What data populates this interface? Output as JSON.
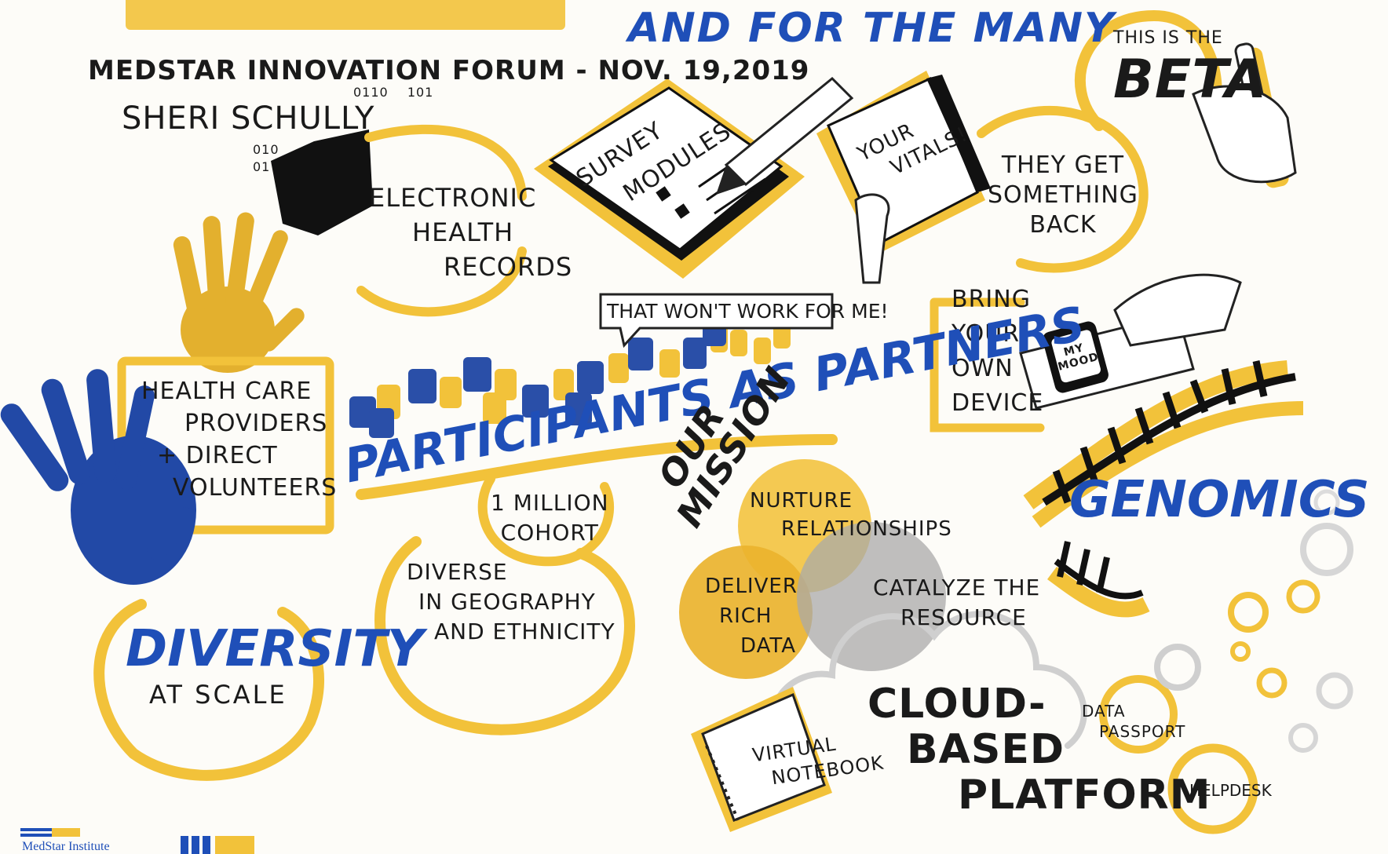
{
  "header": {
    "title_fragment": "PROGRAM",
    "tagline": "AND FOR THE MANY",
    "event": "MEDSTAR INNOVATION FORUM - NOV. 19,2019",
    "speaker": "SHERI SCHULLY"
  },
  "nodes": {
    "ehr": [
      "ELECTRONIC",
      "HEALTH",
      "RECORDS"
    ],
    "survey": [
      "SURVEY",
      "MODULES"
    ],
    "vitals": [
      "YOUR",
      "VITALS!"
    ],
    "get_back": [
      "THEY GET",
      "SOMETHING",
      "BACK"
    ],
    "beta": {
      "small": "THIS IS THE",
      "big": "BETA"
    },
    "byod": [
      "BRING",
      "YOUR",
      "OWN",
      "DEVICE"
    ],
    "watch": "MY MOOD",
    "speech": "THAT WON'T WORK FOR ME!",
    "providers": [
      "HEALTH CARE",
      "PROVIDERS",
      "+ DIRECT",
      "VOLUNTEERS"
    ],
    "partners": "PARTICIPANTS AS PARTNERS",
    "cohort": [
      "1 MILLION",
      "COHORT"
    ],
    "diverse": [
      "DIVERSE",
      "IN GEOGRAPHY",
      "AND ETHNICITY"
    ],
    "diversity": {
      "big": "DIVERSITY",
      "small": "AT SCALE"
    },
    "mission": [
      "OUR",
      "MISSION"
    ],
    "nurture": [
      "NURTURE",
      "RELATIONSHIPS"
    ],
    "deliver": [
      "DELIVER",
      "RICH",
      "DATA"
    ],
    "catalyze": [
      "CATALYZE THE",
      "RESOURCE"
    ],
    "genomics": "GENOMICS",
    "cloud": [
      "CLOUD-",
      "BASED",
      "PLATFORM"
    ],
    "notebook": [
      "VIRTUAL",
      "NOTEBOOK"
    ],
    "passport": [
      "DATA",
      "PASSPORT"
    ],
    "helpdesk": "HELPDESK",
    "binary": [
      "0110",
      "101",
      "010",
      "01"
    ]
  },
  "footer": {
    "logo_text": "MedStar Institute"
  },
  "colors": {
    "gold": "#f2c23a",
    "blue": "#1f4fb8",
    "ink": "#161616",
    "gray": "#9c9c9c"
  }
}
